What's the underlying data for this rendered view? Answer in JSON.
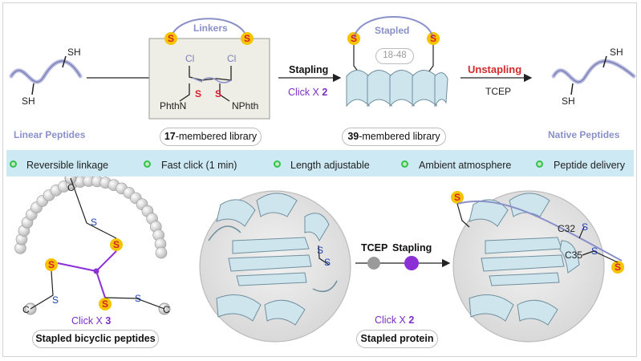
{
  "top_row": {
    "linear_label": "Linear Peptides",
    "linear_sh_top": "SH",
    "linear_sh_bottom": "SH",
    "linkers_label": "Linkers",
    "cl_left": "Cl",
    "cl_right": "Cl",
    "s_left": "S",
    "s_right": "S",
    "phthn": "PhthN",
    "nphth": "NPhth",
    "library17_num": "17",
    "library17_text": "-membered library",
    "stapling_label": "Stapling",
    "click_x2_text": "Click X ",
    "click_x2_num": "2",
    "stapled_label": "Stapled",
    "range_label": "18-48",
    "library39_num": "39",
    "library39_text": "-membered library",
    "unstapling_label": "Unstapling",
    "tcep_label": "TCEP",
    "native_sh_top": "SH",
    "native_sh_bottom": "SH",
    "native_label": "Native Peptides"
  },
  "features": [
    {
      "label": "Reversible linkage"
    },
    {
      "label": "Fast click (1 min)"
    },
    {
      "label": "Length adjustable"
    },
    {
      "label": "Ambient atmosphere"
    },
    {
      "label": "Peptide delivery"
    }
  ],
  "bottom_row": {
    "bicyclic_label": "Stapled bicyclic peptides",
    "click_x3_text": "Click X ",
    "click_x3_num": "3",
    "tcep_label": "TCEP",
    "stapling_label": "Stapling",
    "click_x2_text": "Click X ",
    "click_x2_num": "2",
    "protein_label": "Stapled protein",
    "c32_label": "C32",
    "c35_label": "C35"
  },
  "colors": {
    "linker_blue": "#8a90c8",
    "sulfur_yellow": "#f5c400",
    "sulfur_letter": "#d9202a",
    "helix": "#cfe5ee",
    "purple": "#8b2fd6",
    "unstapling_red": "#d42a2a",
    "feature_green": "#33c24a",
    "banner": "#cde9f3"
  }
}
